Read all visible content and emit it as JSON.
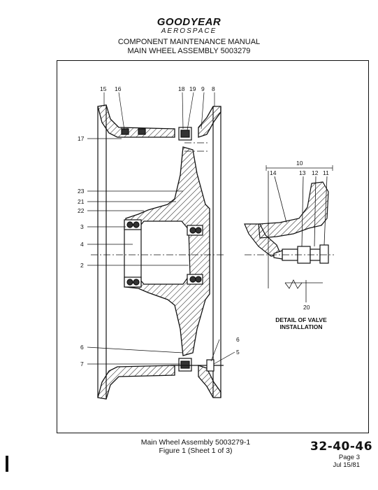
{
  "header": {
    "logo_main": "GOODYEAR",
    "logo_sub": "AEROSPACE",
    "title": "COMPONENT MAINTENANCE MANUAL",
    "subtitle": "MAIN WHEEL ASSEMBLY 5003279"
  },
  "figure": {
    "callouts": {
      "c15": "15",
      "c16": "16",
      "c18": "18",
      "c19": "19",
      "c9": "9",
      "c8": "8",
      "c17": "17",
      "c23": "23",
      "c21": "21",
      "c22": "22",
      "c3": "3",
      "c4": "4",
      "c2": "2",
      "c6a": "6",
      "c6b": "6",
      "c5": "5",
      "c7": "7",
      "c10": "10",
      "c14": "14",
      "c13": "13",
      "c12": "12",
      "c11": "11",
      "c20": "20"
    },
    "detail_title_line1": "DETAIL OF VALVE",
    "detail_title_line2": "INSTALLATION"
  },
  "caption": {
    "line1": "Main Wheel Assembly 5003279-1",
    "line2": "Figure 1 (Sheet 1 of 3)"
  },
  "footer": {
    "doc_number": "32-40-46",
    "page": "Page 3",
    "date": "Jul 15/81"
  }
}
